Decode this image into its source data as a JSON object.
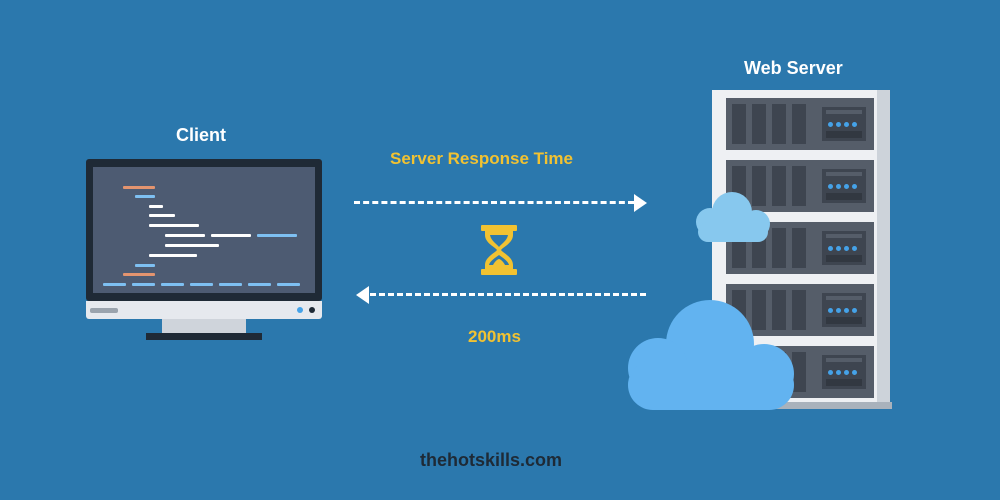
{
  "labels": {
    "client": "Client",
    "web_server": "Web Server",
    "server_response_time": "Server Response Time",
    "response_ms": "200ms",
    "site": "thehotskills.com"
  },
  "colors": {
    "background": "#2b78ad",
    "accent_yellow": "#f1c232",
    "arrow": "#ffffff",
    "cloud_light": "#87c8ee",
    "cloud_main": "#62b3f0",
    "server_dark": "#555d69"
  },
  "icons": [
    "monitor-icon",
    "hourglass-icon",
    "server-rack-icon",
    "cloud-icon"
  ]
}
